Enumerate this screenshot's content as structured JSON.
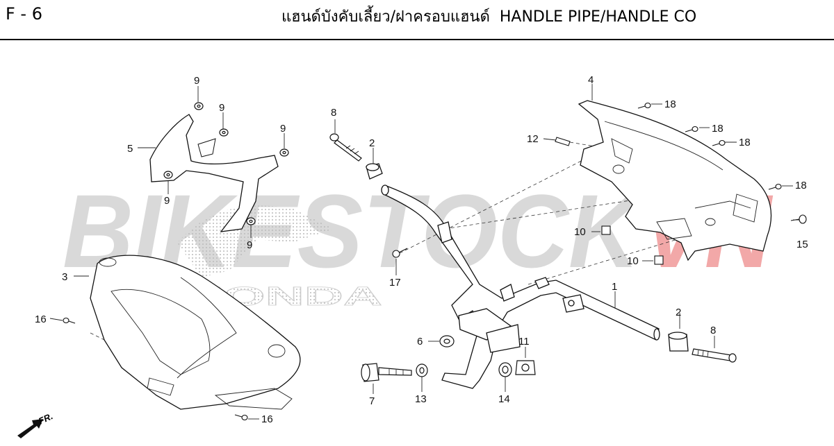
{
  "header": {
    "page_code": "F - 6",
    "title": "แฮนด์บังคับเลี้ยว/ฝาครอบแฮนด์  HANDLE PIPE/HANDLE CO"
  },
  "watermark": {
    "text_main": "BIKESTOCK",
    "text_accent": "VN",
    "brand": "HONDA",
    "main_color": "#d9d9d9",
    "accent_color": "#f2a8a8"
  },
  "direction_arrow": {
    "label": "FR."
  },
  "callouts": [
    {
      "id": "c9a",
      "label": "9"
    },
    {
      "id": "c9b",
      "label": "9"
    },
    {
      "id": "c9c",
      "label": "9"
    },
    {
      "id": "c9d",
      "label": "9"
    },
    {
      "id": "c9e",
      "label": "9"
    },
    {
      "id": "c5",
      "label": "5"
    },
    {
      "id": "c8a",
      "label": "8"
    },
    {
      "id": "c2a",
      "label": "2"
    },
    {
      "id": "c4",
      "label": "4"
    },
    {
      "id": "c18a",
      "label": "18"
    },
    {
      "id": "c18b",
      "label": "18"
    },
    {
      "id": "c18c",
      "label": "18"
    },
    {
      "id": "c18d",
      "label": "18"
    },
    {
      "id": "c12",
      "label": "12"
    },
    {
      "id": "c10a",
      "label": "10"
    },
    {
      "id": "c10b",
      "label": "10"
    },
    {
      "id": "c15",
      "label": "15"
    },
    {
      "id": "c3",
      "label": "3"
    },
    {
      "id": "c16a",
      "label": "16"
    },
    {
      "id": "c16b",
      "label": "16"
    },
    {
      "id": "c17",
      "label": "17"
    },
    {
      "id": "c1",
      "label": "1"
    },
    {
      "id": "c2b",
      "label": "2"
    },
    {
      "id": "c8b",
      "label": "8"
    },
    {
      "id": "c6",
      "label": "6"
    },
    {
      "id": "c11",
      "label": "11"
    },
    {
      "id": "c7",
      "label": "7"
    },
    {
      "id": "c13",
      "label": "13"
    },
    {
      "id": "c14",
      "label": "14"
    }
  ]
}
